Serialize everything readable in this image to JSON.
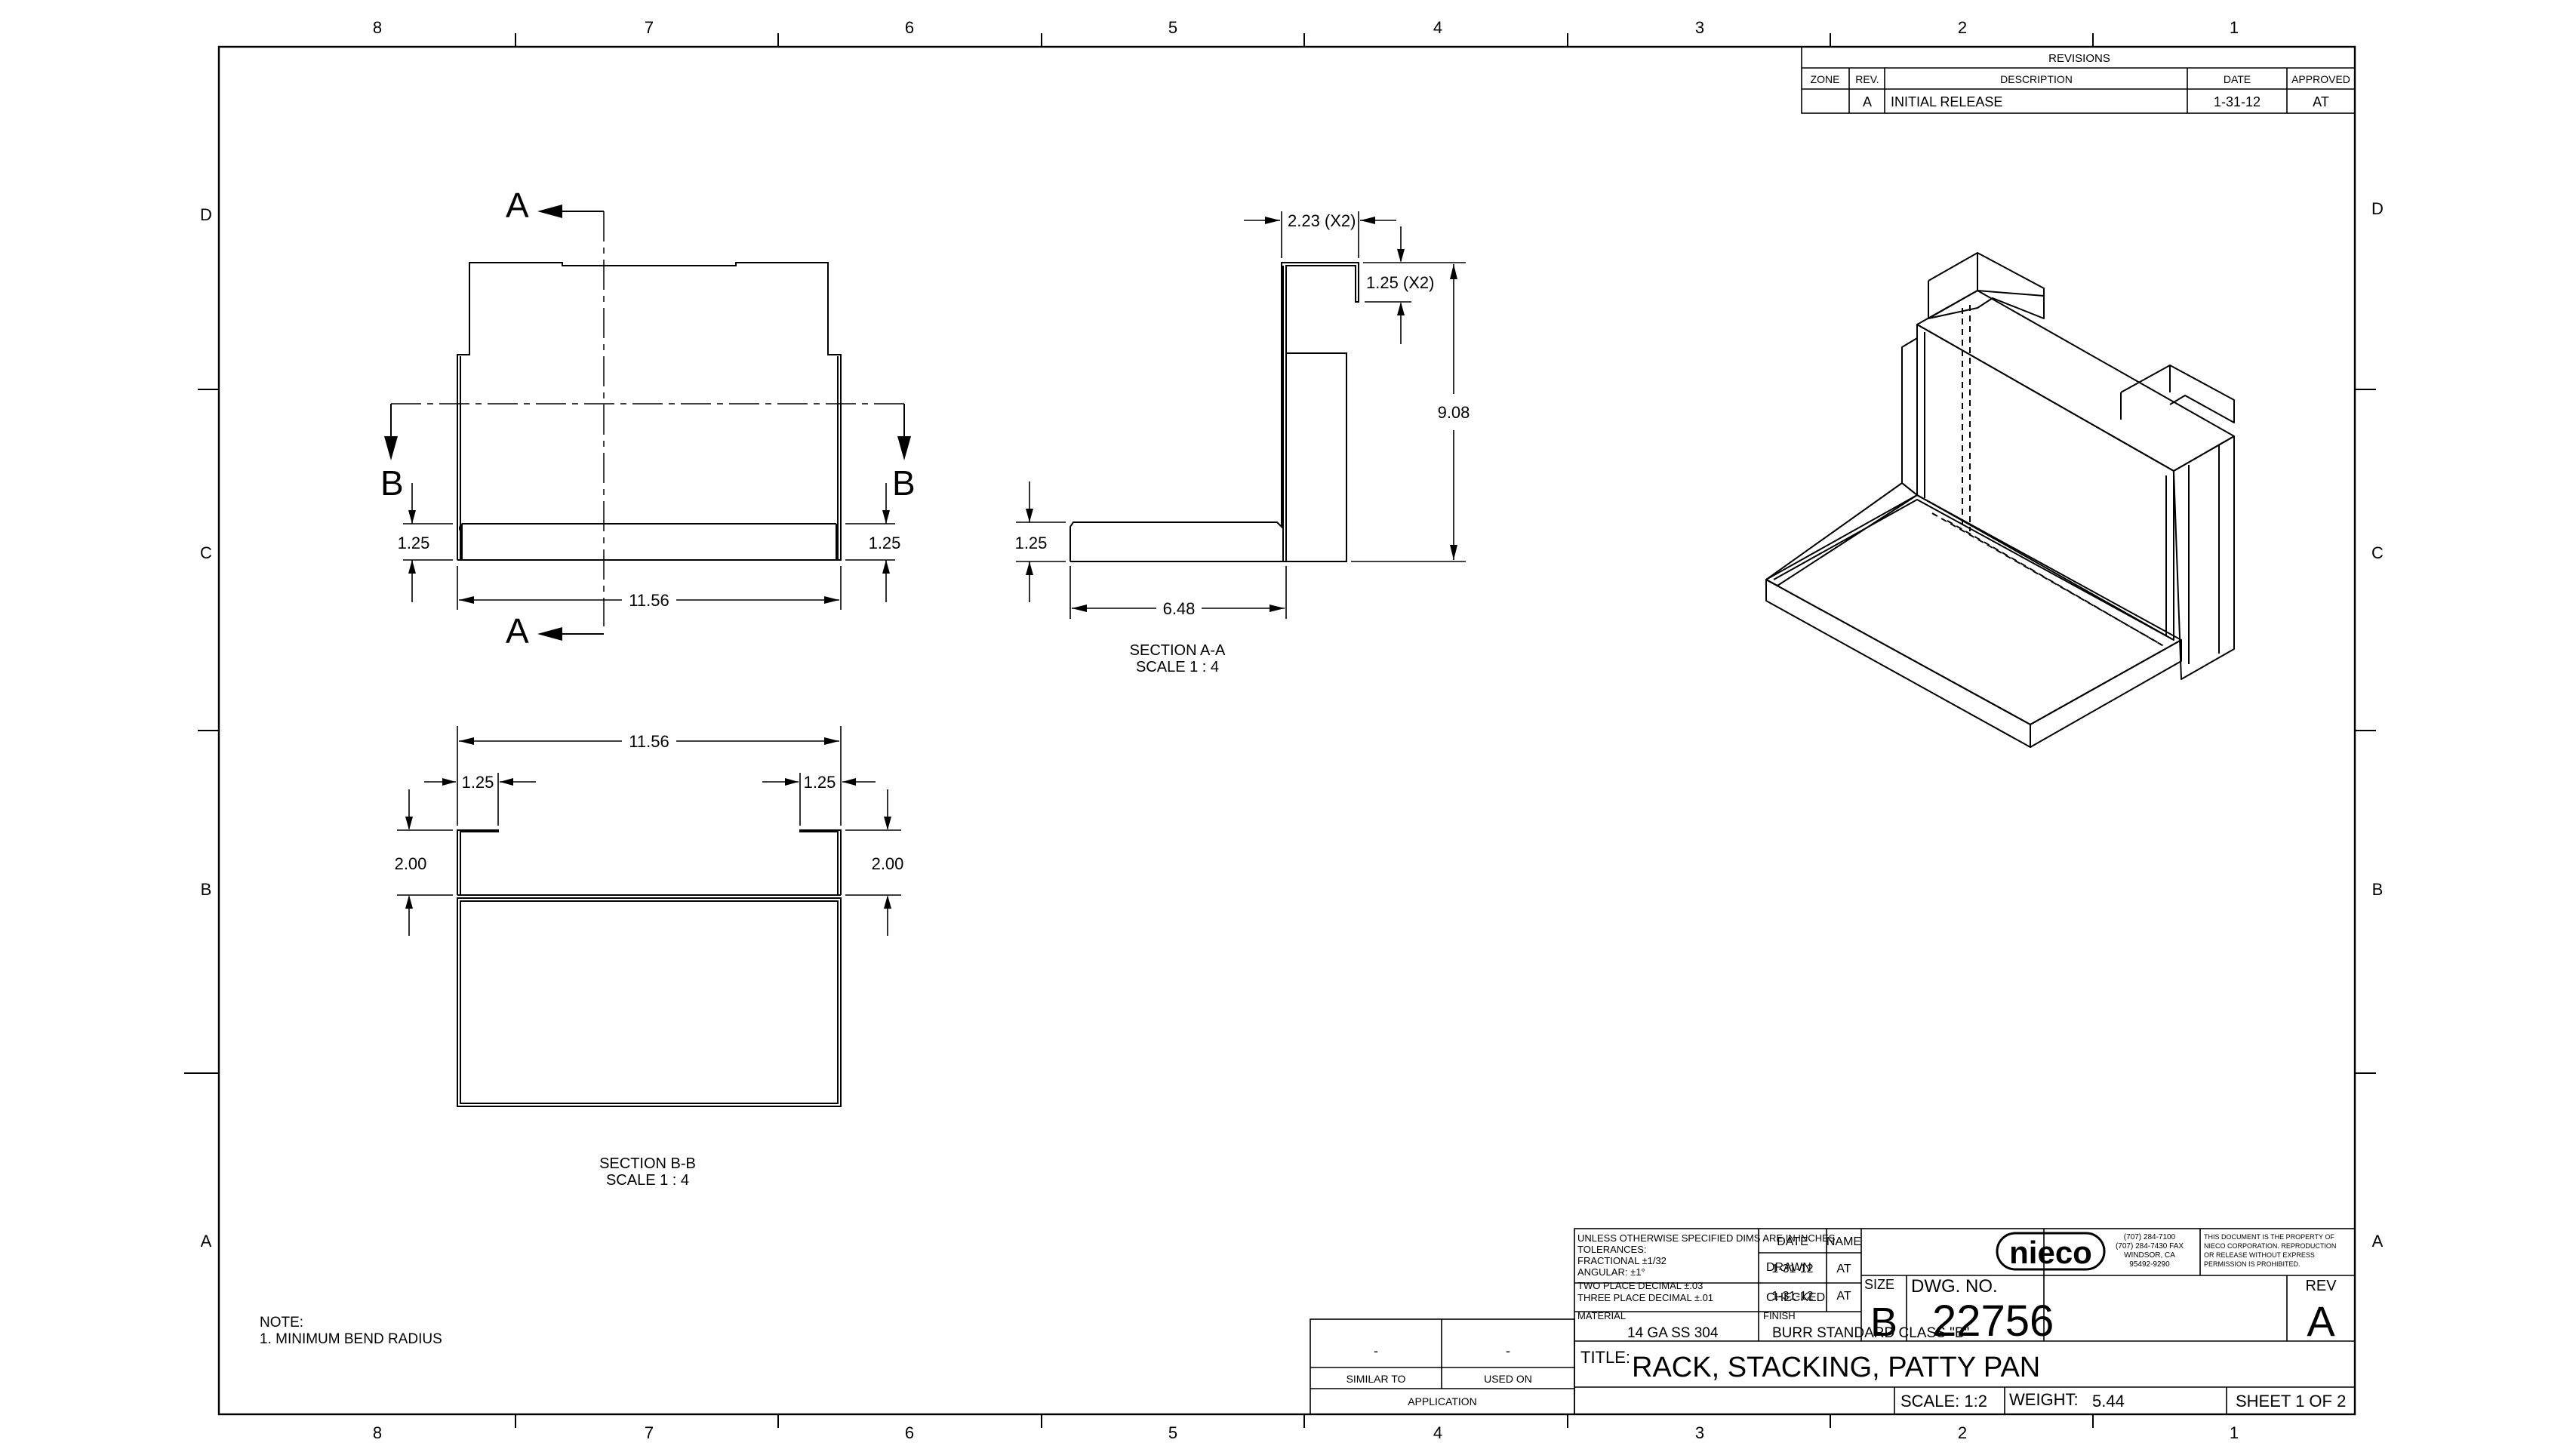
{
  "zones": {
    "top": [
      "8",
      "7",
      "6",
      "5",
      "4",
      "3",
      "2",
      "1"
    ],
    "bottom": [
      "8",
      "7",
      "6",
      "5",
      "4",
      "3",
      "2",
      "1"
    ],
    "left": [
      "D",
      "C",
      "B",
      "A"
    ],
    "right": [
      "D",
      "C",
      "B",
      "A"
    ]
  },
  "revisions": {
    "title": "REVISIONS",
    "headers": {
      "zone": "ZONE",
      "rev": "REV.",
      "description": "DESCRIPTION",
      "date": "DATE",
      "approved": "APPROVED"
    },
    "rows": [
      {
        "zone": "",
        "rev": "A",
        "description": "INITIAL RELEASE",
        "date": "1-31-12",
        "approved": "AT"
      }
    ]
  },
  "views": {
    "front": {
      "section_a": "A",
      "section_b": "B",
      "dim_width": "11.56",
      "dim_left_lip": "1.25",
      "dim_right_lip": "1.25"
    },
    "section_aa": {
      "dim_tab_width": "2.23 (X2)",
      "dim_tab_height": "1.25 (X2)",
      "dim_height": "9.08",
      "dim_lip": "1.25",
      "dim_depth": "6.48",
      "caption": "SECTION A-A",
      "scale": "SCALE 1 : 4"
    },
    "section_bb": {
      "dim_width": "11.56",
      "dim_left_tab": "1.25",
      "dim_right_tab": "1.25",
      "dim_left_height": "2.00",
      "dim_right_height": "2.00",
      "caption": "SECTION B-B",
      "scale": "SCALE 1 : 4"
    }
  },
  "notes": {
    "heading": "NOTE:",
    "line1": "1.  MINIMUM BEND RADIUS"
  },
  "application": {
    "next_assy": "-",
    "used_on": "-",
    "similar_to_label": "SIMILAR TO",
    "used_on_label": "USED ON",
    "title": "APPLICATION"
  },
  "title_block": {
    "tolerance_lines": [
      "UNLESS OTHERWISE SPECIFIED DIMS ARE IN INCHES",
      "TOLERANCES:",
      "FRACTIONAL ±1/32",
      "ANGULAR: ±1°",
      "TWO PLACE DECIMAL   ±.03",
      "THREE PLACE DECIMAL  ±.01"
    ],
    "material_label": "MATERIAL",
    "material": "14 GA SS 304",
    "finish_label": "FINISH",
    "finish": "BURR STANDARD CLASS \"B\"",
    "date_header": "DATE",
    "name_header": "NAME",
    "drawn_label": "DRAWN",
    "drawn_date": "1-31-12",
    "drawn_name": "AT",
    "checked_label": "CHECKED",
    "checked_date": "1-31-12",
    "checked_name": "AT",
    "logo": "nieco",
    "company_lines": [
      "(707) 284-7100",
      "(707) 284-7430 FAX",
      "WINDSOR, CA",
      "95492-9290"
    ],
    "property_lines": [
      "THIS DOCUMENT IS THE PROPERTY OF",
      "NIECO CORPORATION.  REPRODUCTION",
      "OR RELEASE WITHOUT EXPRESS",
      "PERMISSION IS PROHIBITED."
    ],
    "size_label": "SIZE",
    "size": "B",
    "dwg_no_label": "DWG.  NO.",
    "dwg_no": "22756",
    "rev_label": "REV",
    "rev": "A",
    "title_label": "TITLE:",
    "title": "RACK, STACKING, PATTY PAN",
    "scale": "SCALE: 1:2",
    "weight_label": "WEIGHT:",
    "weight": "5.44",
    "sheet": "SHEET 1 OF 2"
  }
}
